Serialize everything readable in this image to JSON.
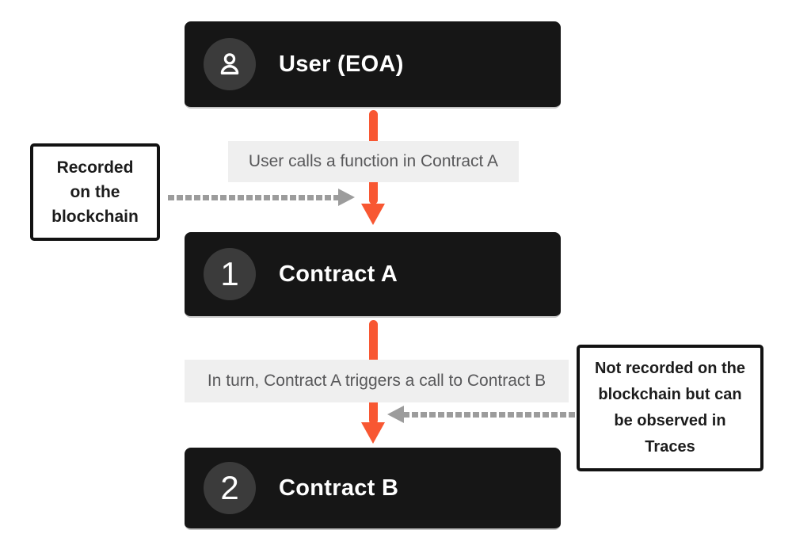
{
  "colors": {
    "node_bg": "#161616",
    "badge_bg": "#3b3b3b",
    "node_text": "#ffffff",
    "edge_label_bg": "#efefef",
    "edge_label_text": "#58585a",
    "arrow_orange": "#f85732",
    "arrow_gray": "#9c9c9c",
    "annotation_border": "#121212",
    "annotation_text": "#1c1c1c"
  },
  "nodes": [
    {
      "label": "User (EOA)",
      "badge": "user-icon"
    },
    {
      "label": "Contract A",
      "badge": "1"
    },
    {
      "label": "Contract B",
      "badge": "2"
    }
  ],
  "edges": [
    {
      "label": "User calls a function in Contract A"
    },
    {
      "label": "In turn, Contract A triggers a call to Contract B"
    }
  ],
  "annotations": [
    {
      "text": "Recorded\non the\nblockchain"
    },
    {
      "text": "Not recorded on the\nblockchain but can\nbe observed in\nTraces"
    }
  ]
}
